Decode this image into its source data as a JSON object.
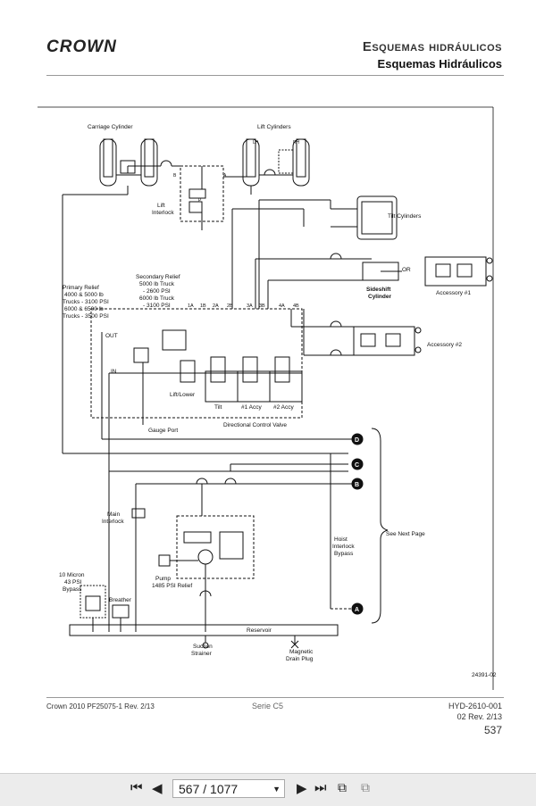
{
  "header": {
    "logo_text": "CROWN",
    "title_caps": "Esquemas hidráulicos",
    "title": "Esquemas Hidráulicos"
  },
  "diagram": {
    "labels": {
      "carriage_cylinder": "Carriage Cylinder",
      "lift_cylinders": "Lift Cylinders",
      "lh": "LH",
      "rh": "RH",
      "port_b": "B",
      "port_a": "A",
      "port_p": "P",
      "lift_interlock_1": "Lift",
      "lift_interlock_2": "Interlock",
      "tilt_cylinders": "Tilt Cylinders",
      "or": "OR",
      "sideshift_1": "Sideshift",
      "sideshift_2": "Cylinder",
      "accessory1": "Accessory #1",
      "accessory2": "Accessory #2",
      "secondary_relief": [
        "Secondary Relief",
        "5000 lb Truck",
        "- 2600 PSI",
        "6000 lb Truck",
        "- 3100 PSI"
      ],
      "primary_relief": [
        "Primary Relief",
        "4000 & 5000 lb",
        "Trucks - 3100 PSI",
        "6000 & 6500 lb",
        "Trucks - 3500 PSI"
      ],
      "ports": [
        "1A",
        "1B",
        "2A",
        "2B",
        "3A",
        "3B",
        "4A",
        "4B"
      ],
      "out": "OUT",
      "in": "IN",
      "lift_lower": "Lift/Lower",
      "tilt": "Tilt",
      "accy1": "#1 Accy",
      "accy2": "#2 Accy",
      "gauge_port": "Gauge Port",
      "dcv": "Directional Control Valve",
      "main_interlock_1": "Main",
      "main_interlock_2": "Interlock",
      "filter": [
        "10 Micron",
        "43 PSI",
        "Bypass"
      ],
      "breather": "Breather",
      "pump_1": "Pump",
      "pump_2": "1485 PSI Relief",
      "reservoir": "Reservoir",
      "suction_1": "Suction",
      "suction_2": "Strainer",
      "drain_1": "Magnetic",
      "drain_2": "Drain Plug",
      "hoist_1": "Hoist",
      "hoist_2": "Interlock",
      "hoist_3": "Bypass",
      "see_next": "See Next Page",
      "conn_d": "D",
      "conn_c": "C",
      "conn_b": "B",
      "conn_a": "A",
      "drawing_no": "24391-02"
    }
  },
  "footer": {
    "left": "Crown 2010 PF25075-1 Rev. 2/13",
    "center": "Serie C5",
    "right1": "HYD-2610-001",
    "right2": "02 Rev. 2/13",
    "page": "537"
  },
  "viewer": {
    "page_indicator": "567 / 1077"
  }
}
